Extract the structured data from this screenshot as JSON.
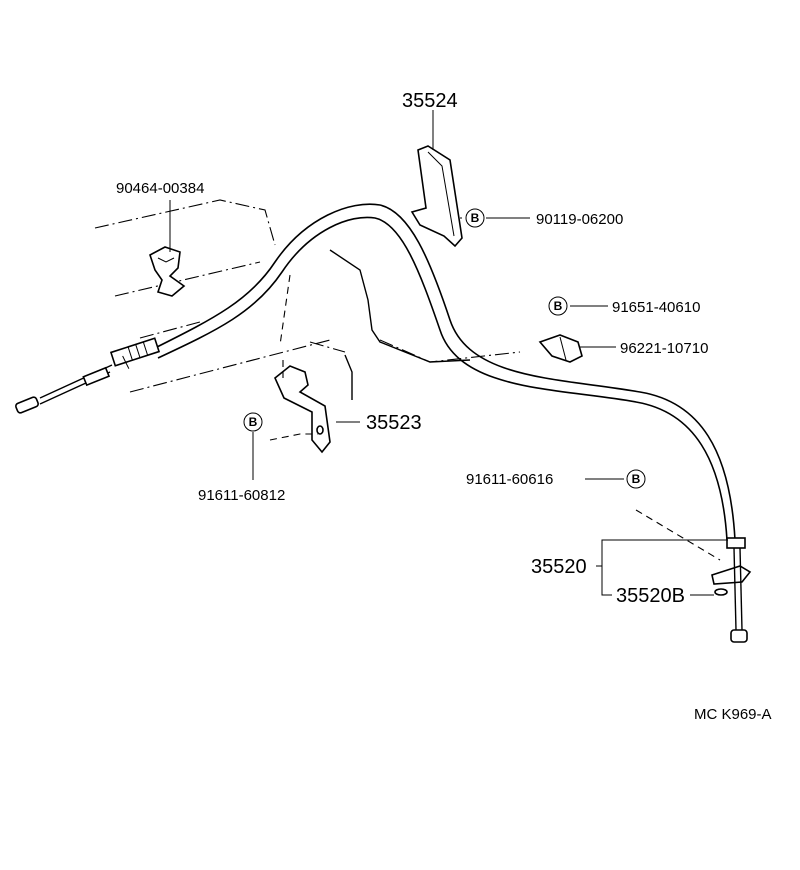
{
  "labels": {
    "p35524": "35524",
    "p90119": "90119-06200",
    "p90464": "90464-00384",
    "p91651": "91651-40610",
    "p96221": "96221-10710",
    "p35523": "35523",
    "p91611a": "91611-60812",
    "p91611b": "91611-60616",
    "p35520": "35520",
    "p35520b": "35520B",
    "ref": "MC  K969-A"
  },
  "marker": "B"
}
